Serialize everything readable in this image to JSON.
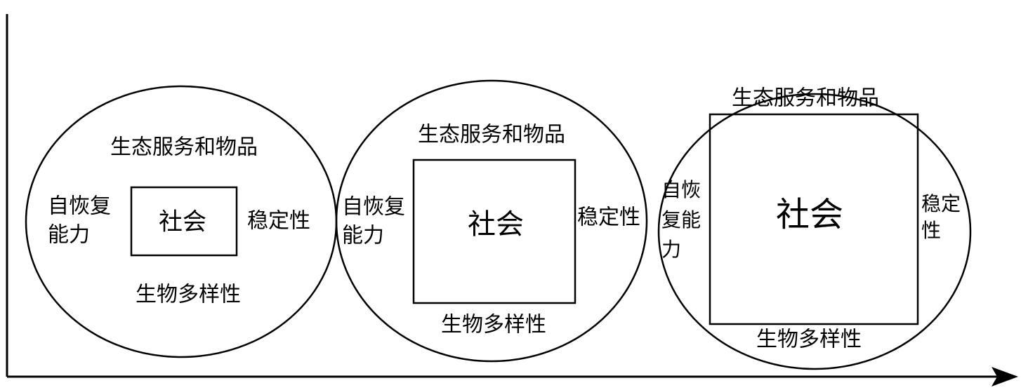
{
  "stages": [
    {
      "society": "社会",
      "top": "生态服务和物品",
      "left": [
        "自恢复",
        "能力"
      ],
      "right": [
        "稳定性"
      ],
      "bottom": "生物多样性"
    },
    {
      "society": "社会",
      "top": "生态服务和物品",
      "left": [
        "自恢复",
        "能力"
      ],
      "right": [
        "稳定性"
      ],
      "bottom": "生物多样性"
    },
    {
      "society": "社会",
      "top": "生态服务和物品",
      "left": [
        "自恢",
        "复能",
        "力"
      ],
      "right": [
        "稳定",
        "性"
      ],
      "bottom": "生物多样性"
    }
  ]
}
